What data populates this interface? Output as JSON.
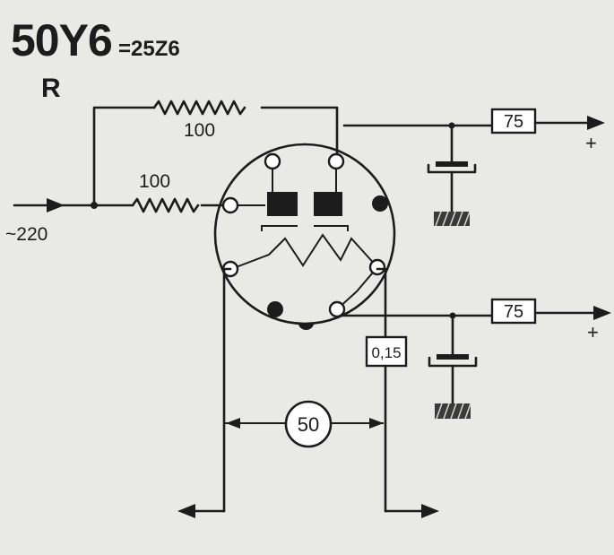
{
  "title": {
    "tube": "50Y6",
    "equivalent": "=25Z6",
    "pin_marker": "R"
  },
  "input": {
    "label": "~220"
  },
  "resistors": {
    "top": "100",
    "input": "100",
    "out_top": "75",
    "out_bottom": "75",
    "filament": "0,15",
    "series": "50"
  },
  "outputs": {
    "top_polarity": "+",
    "bottom_polarity": "+"
  },
  "colors": {
    "ink": "#1c1c1c",
    "paper": "#e9e9e6"
  }
}
